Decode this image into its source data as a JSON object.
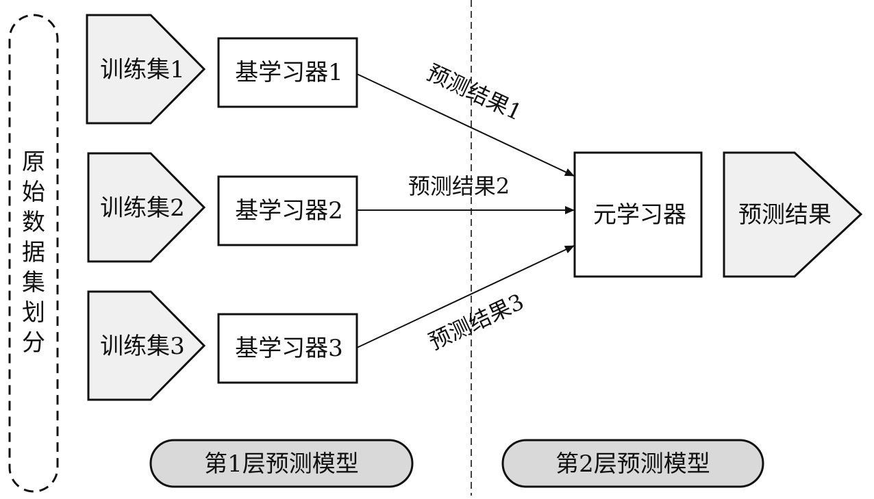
{
  "side_label": [
    "原",
    "始",
    "数",
    "据",
    "集",
    "划",
    "分"
  ],
  "training_sets": [
    "训练集1",
    "训练集2",
    "训练集3"
  ],
  "base_learners": [
    "基学习器1",
    "基学习器2",
    "基学习器3"
  ],
  "arrow_labels": [
    "预测结果1",
    "预测结果2",
    "预测结果3"
  ],
  "meta_learner": "元学习器",
  "final_output": "预测结果",
  "layer_labels": [
    "第1层预测模型",
    "第2层预测模型"
  ],
  "colors": {
    "fill_gray": "#f0f0f0",
    "pill_gray": "#d9d9d9",
    "stroke": "#111111"
  }
}
